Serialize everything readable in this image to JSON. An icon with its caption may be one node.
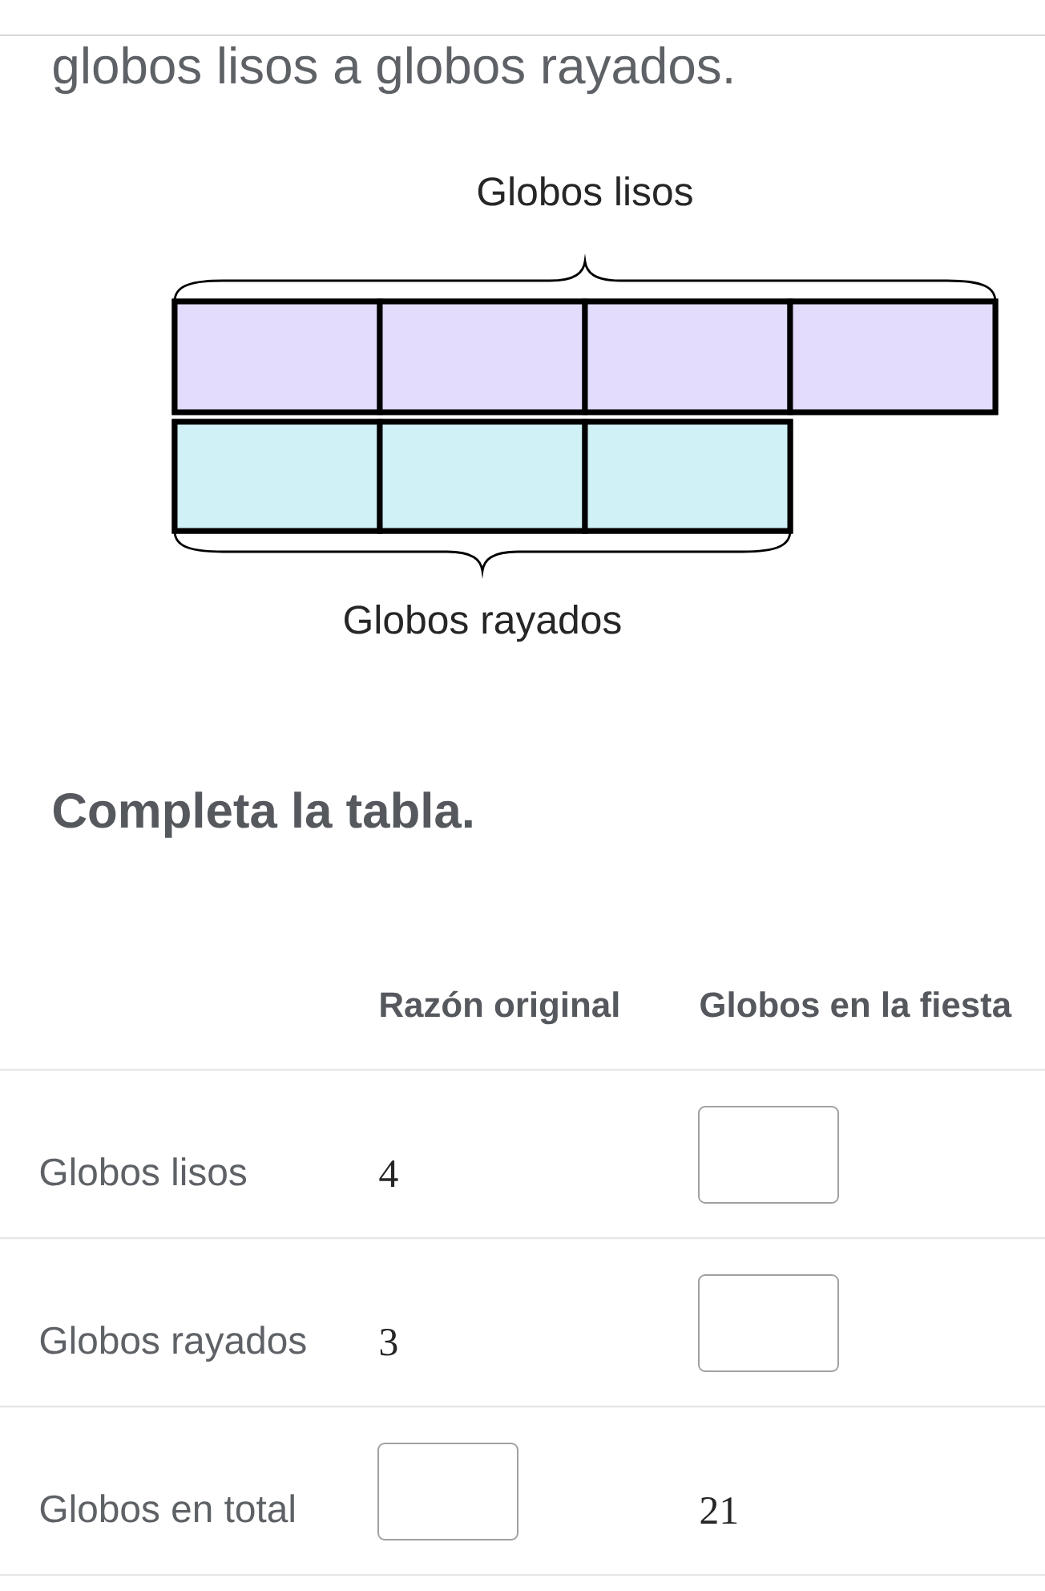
{
  "diagram": {
    "nodes": [
      {
        "text": [
          "Globos lisos"
        ]
      },
      {
        "text": [],
        "shape": "box",
        "in": 0
      },
      {
        "text": [],
        "shape": "box",
        "in": 0
      },
      {
        "text": [],
        "shape": "box",
        "in": 0
      },
      {
        "text": [],
        "shape": "box",
        "in": 0
      },
      {
        "text": [
          "Globos rayados"
        ]
      },
      {
        "text": [],
        "shape": "box",
        "in": 5
      },
      {
        "text": [],
        "shape": "box",
        "in": 5
      },
      {
        "text": [],
        "shape": "box",
        "in": 5
      }
    ],
    "labels": [
      "globos lisos a globos rayados.",
      "Completa la tabla.",
      "Razón original",
      "Globos en la fiesta",
      "Globos lisos",
      "4",
      "Globos rayados",
      "3",
      "Globos en total",
      "21"
    ]
  }
}
